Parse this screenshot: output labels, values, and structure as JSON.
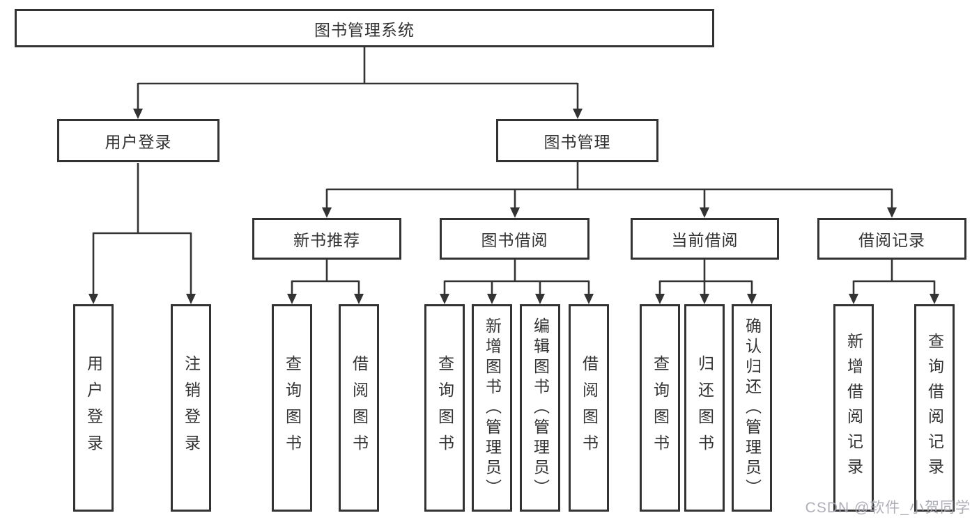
{
  "colors": {
    "line": "#333333",
    "box_border": "#333333",
    "text": "#333333",
    "watermark": "#a6a6b2",
    "background": "#ffffff"
  },
  "root": "图书管理系统",
  "level2": {
    "login": "用户登录",
    "management": "图书管理"
  },
  "level3": [
    "新书推荐",
    "图书借阅",
    "当前借阅",
    "借阅记录"
  ],
  "leaves": {
    "login": [
      "用户登录",
      "注销登录"
    ],
    "recommend": [
      "查询图书",
      "借阅图书"
    ],
    "borrow": [
      "查询图书",
      "新增图书（管理员）",
      "编辑图书（管理员）",
      "借阅图书"
    ],
    "current": [
      "查询图书",
      "归还图书",
      "确认归还（管理员）"
    ],
    "records": [
      "新增借阅记录",
      "查询借阅记录"
    ]
  },
  "watermark": "CSDN @软件_小贺同学"
}
